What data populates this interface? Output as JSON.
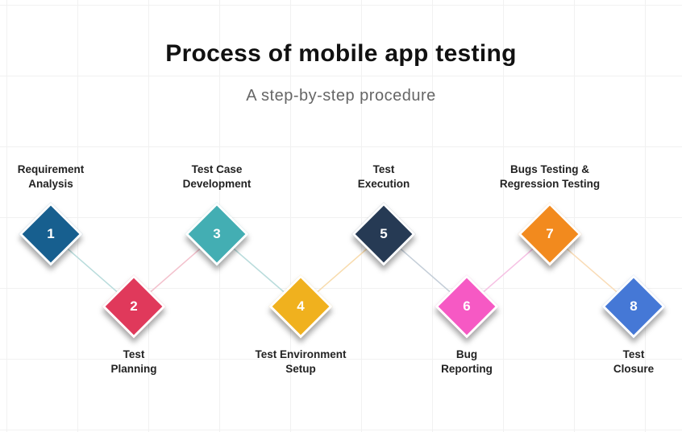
{
  "header": {
    "title": "Process of mobile app testing",
    "subtitle": "A step-by-step procedure"
  },
  "steps": [
    {
      "number": "1",
      "line1": "Requirement",
      "line2": "Analysis",
      "color": "#175f8f"
    },
    {
      "number": "2",
      "line1": "Test",
      "line2": "Planning",
      "color": "#e0395b"
    },
    {
      "number": "3",
      "line1": "Test Case",
      "line2": "Development",
      "color": "#43aeb3"
    },
    {
      "number": "4",
      "line1": "Test Environment",
      "line2": "Setup",
      "color": "#f0b11e"
    },
    {
      "number": "5",
      "line1": "Test",
      "line2": "Execution",
      "color": "#263a54"
    },
    {
      "number": "6",
      "line1": "Bug",
      "line2": "Reporting",
      "color": "#f659c4"
    },
    {
      "number": "7",
      "line1": "Bugs Testing &",
      "line2": "Regression Testing",
      "color": "#f28a1e"
    },
    {
      "number": "8",
      "line1": "Test",
      "line2": "Closure",
      "color": "#4578d6"
    }
  ]
}
